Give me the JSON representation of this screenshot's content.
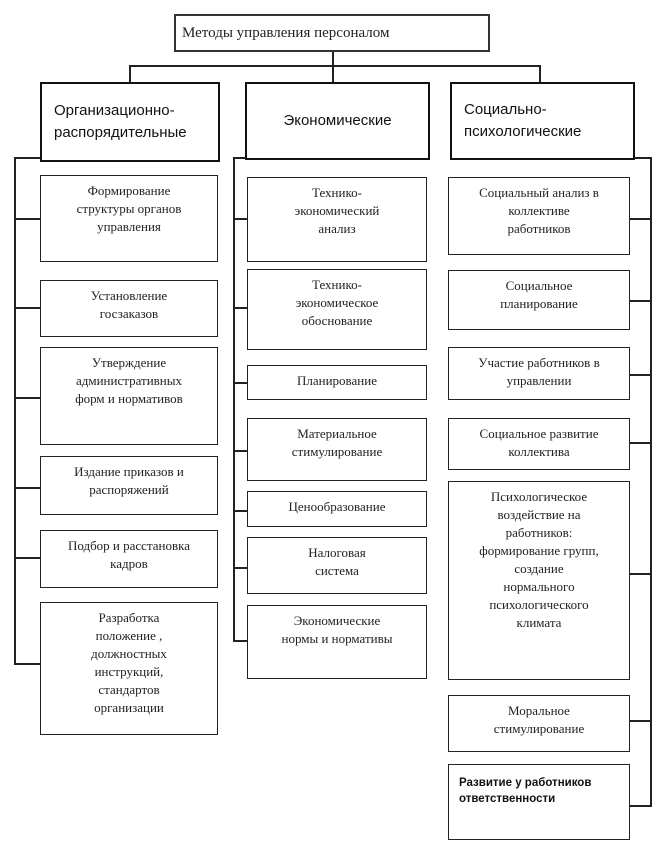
{
  "title": "Методы управления персоналом",
  "columns": [
    {
      "header": "Организационно-\nраспорядительные",
      "items": [
        "Формирование\nструктуры органов\nуправления",
        "Установление\nгосзаказов",
        "Утверждение\nадминистративных\nформ и нормативов",
        "Издание приказов и\nраспоряжений",
        "Подбор и расстановка\nкадров",
        "Разработка\nположение ,\nдолжностных\nинструкций,\nстандартов\nорганизации"
      ]
    },
    {
      "header": "Экономические",
      "items": [
        "Технико-\nэкономический\nанализ",
        "Технико-\nэкономическое\nобоснование",
        "Планирование",
        "Материальное\nстимулирование",
        "Ценообразование",
        "Налоговая\nсистема",
        "Экономические\nнормы и нормативы"
      ]
    },
    {
      "header": "Социально-\nпсихологические",
      "items": [
        "Социальный анализ в\nколлективе\nработников",
        "Социальное\nпланирование",
        "Участие работников в\nуправлении",
        "Социальное развитие\nколлектива",
        "Психологическое\nвоздействие на\nработников:\nформирование групп,\nсоздание\nнормального\nпсихологического\nклимата",
        "Моральное\nстимулирование",
        "Развитие у работников\nответственности"
      ]
    }
  ]
}
